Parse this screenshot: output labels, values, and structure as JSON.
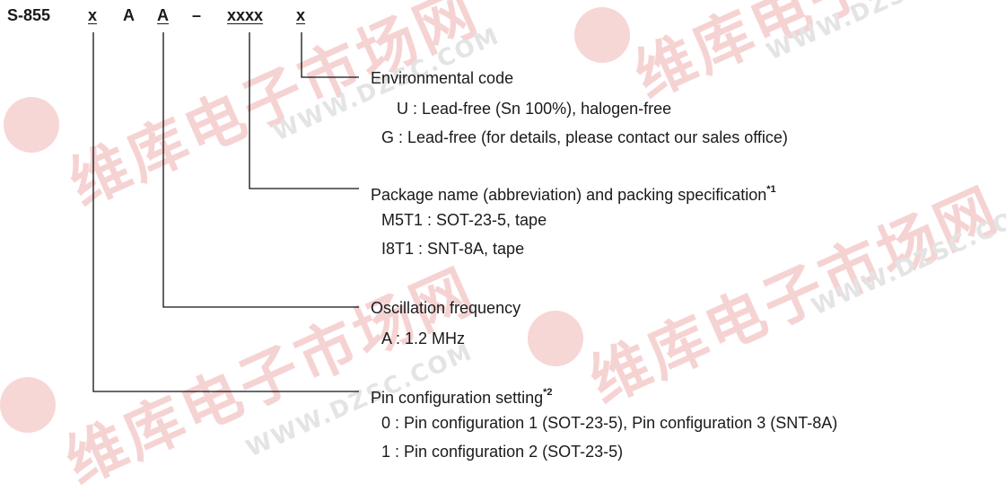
{
  "part_number": {
    "prefix": "S-855",
    "fields": [
      "x",
      "A",
      "A",
      "–",
      "xxxx",
      "x"
    ]
  },
  "watermark": {
    "cn": "维库电子市场网",
    "url": "WWW.DZSC.COM",
    "color": "#f6d3d3"
  },
  "sections": [
    {
      "title": "Environmental code",
      "items": [
        "U : Lead-free (Sn 100%), halogen-free",
        "G : Lead-free (for details, please contact our sales office)"
      ]
    },
    {
      "title": "Package name (abbreviation) and packing specification",
      "note": "*1",
      "items": [
        "M5T1 : SOT-23-5, tape",
        "I8T1 : SNT-8A, tape"
      ]
    },
    {
      "title": "Oscillation frequency",
      "items": [
        "A : 1.2 MHz"
      ]
    },
    {
      "title": "Pin configuration setting",
      "note": "*2",
      "items": [
        "0 : Pin configuration 1 (SOT-23-5), Pin configuration 3 (SNT-8A)",
        "1 : Pin configuration 2 (SOT-23-5)"
      ]
    }
  ],
  "line_color": "#111111"
}
